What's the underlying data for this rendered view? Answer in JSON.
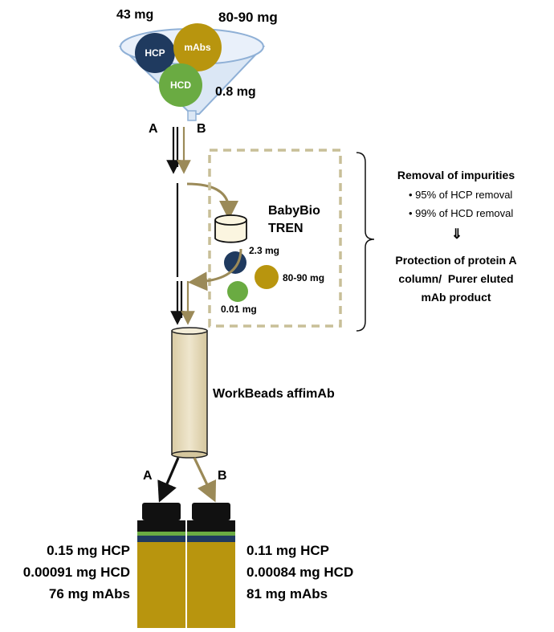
{
  "funnel": {
    "hcp_mass": "43 mg",
    "mabs_mass": "80-90 mg",
    "hcd_mass": "0.8 mg",
    "hcp_label": "HCP",
    "mabs_label": "mAbs",
    "hcd_label": "HCD"
  },
  "paths": {
    "a_top": "A",
    "b_top": "B",
    "a_bottom": "A",
    "b_bottom": "B"
  },
  "babybio": {
    "title_line1": "BabyBio",
    "title_line2": "TREN",
    "hcp_after": "2.3 mg",
    "mabs_after": "80-90 mg",
    "hcd_after": "0.01 mg"
  },
  "column_label": "WorkBeads affimAb",
  "impurities": {
    "title": "Removal of impurities",
    "bullets": [
      "95% of HCP removal",
      "99% of HCD removal"
    ],
    "arrow": "⇓",
    "conclusion_lines": [
      "Protection of protein A",
      "column/  Purer eluted",
      "mAb product"
    ]
  },
  "results": {
    "a_lines": [
      "0.15 mg HCP",
      "0.00091 mg HCD",
      "76 mg mAbs"
    ],
    "b_lines": [
      "0.11 mg HCP",
      "0.00084 mg HCD",
      "81 mg mAbs"
    ]
  },
  "colors": {
    "hcp": "#1f3a5f",
    "mabs": "#b8950e",
    "hcd": "#6aab42",
    "path_a": "#111111",
    "path_b": "#9b8a58",
    "dashed_box": "#c8bf98",
    "funnel_fill": "#dbe7f5",
    "funnel_stroke": "#8fb0d6",
    "bottle_body": "#b8950e",
    "bottle_cap": "#111111",
    "column_fill": "#e6dcc1"
  }
}
